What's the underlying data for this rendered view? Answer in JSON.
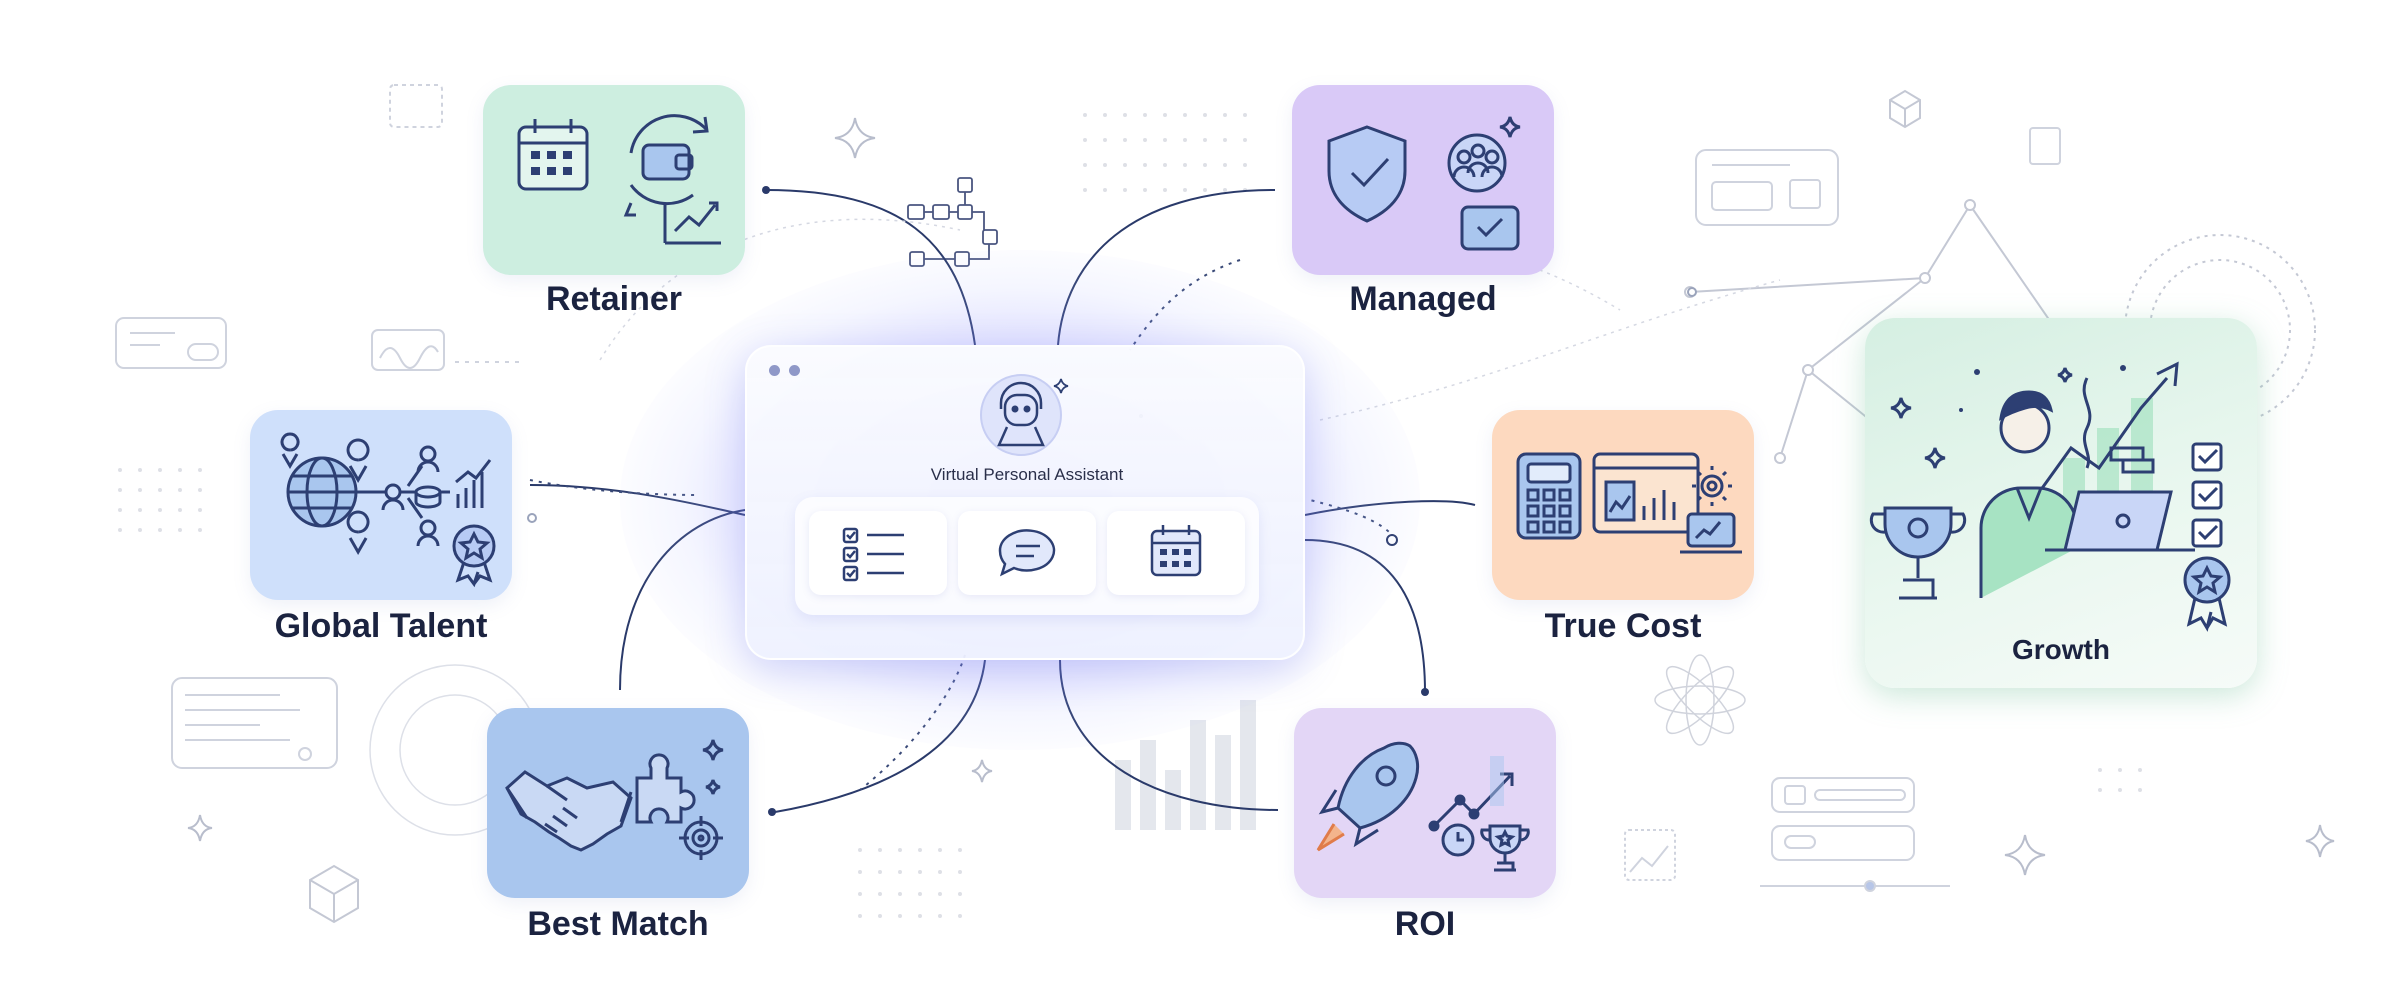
{
  "center": {
    "title": "Virtual Personal Assistant",
    "widgets": [
      "checklist-icon",
      "chat-bubble-icon",
      "calendar-icon"
    ]
  },
  "cards": {
    "retainer": {
      "label": "Retainer",
      "color": "#cdeee0"
    },
    "managed": {
      "label": "Managed",
      "color": "#d9c9f7"
    },
    "global_talent": {
      "label": "Global Talent",
      "color": "#cfe0fb"
    },
    "true_cost": {
      "label": "True Cost",
      "color": "#fdd9bf"
    },
    "best_match": {
      "label": "Best Match",
      "color": "#a9c6ee"
    },
    "roi": {
      "label": "ROI",
      "color": "#e3d6f6"
    },
    "growth": {
      "label": "Growth",
      "color": "#d5efe2"
    }
  },
  "colors": {
    "line": "#2a3a6a",
    "icon_stroke": "#2d3f73",
    "glow": "#7c7cff"
  }
}
